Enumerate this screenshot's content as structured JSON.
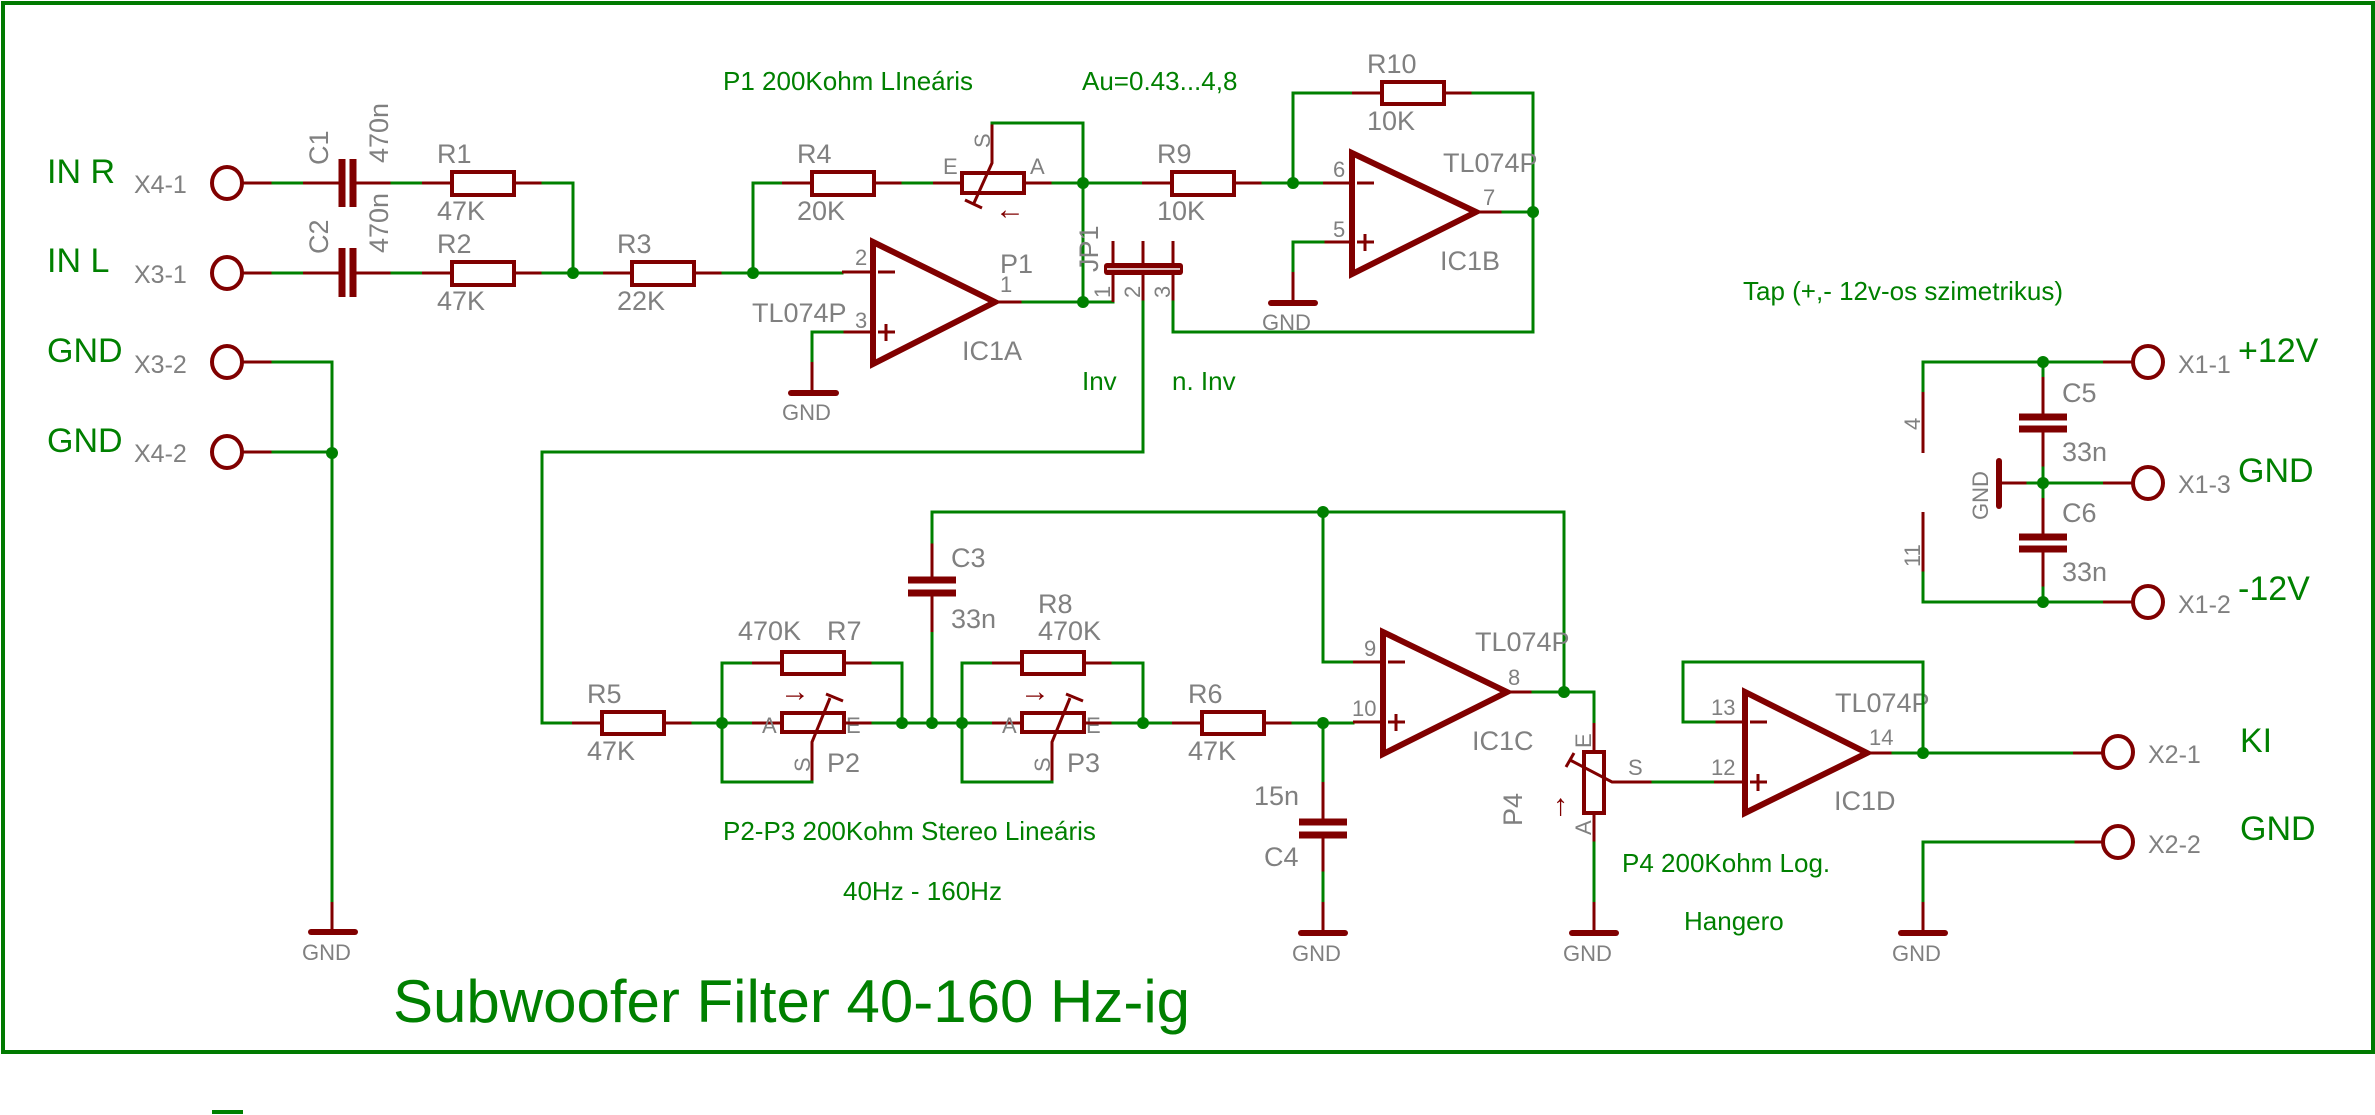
{
  "title": "Subwoofer Filter 40-160 Hz-ig",
  "colors": {
    "wire": "#008000",
    "component": "#800000",
    "label": "#808080",
    "frame": "#007a00"
  },
  "notes": {
    "p1": "P1 200Kohm LIneáris",
    "gain": "Au=0.43...4,8",
    "inv": "Inv",
    "ninv": "n. Inv",
    "p2p3": "P2-P3 200Kohm Stereo Lineáris",
    "freq": "40Hz - 160Hz",
    "p4": "P4 200Kohm Log.",
    "volume": "Hangero",
    "supply": "Tap (+,- 12v-os szimetrikus)"
  },
  "connectors": {
    "x4_1": {
      "name": "X4-1",
      "signal": "IN R"
    },
    "x3_1": {
      "name": "X3-1",
      "signal": "IN L"
    },
    "x3_2": {
      "name": "X3-2",
      "signal": "GND"
    },
    "x4_2": {
      "name": "X4-2",
      "signal": "GND"
    },
    "x1_1": {
      "name": "X1-1",
      "signal": "+12V"
    },
    "x1_3": {
      "name": "X1-3",
      "signal": "GND"
    },
    "x1_2": {
      "name": "X1-2",
      "signal": "-12V"
    },
    "x2_1": {
      "name": "X2-1",
      "signal": "KI"
    },
    "x2_2": {
      "name": "X2-2",
      "signal": "GND"
    }
  },
  "components": {
    "c1": {
      "name": "C1",
      "value": "470n"
    },
    "c2": {
      "name": "C2",
      "value": "470n"
    },
    "c3": {
      "name": "C3",
      "value": "33n"
    },
    "c4": {
      "name": "C4",
      "value": "15n"
    },
    "c5": {
      "name": "C5",
      "value": "33n"
    },
    "c6": {
      "name": "C6",
      "value": "33n"
    },
    "r1": {
      "name": "R1",
      "value": "47K"
    },
    "r2": {
      "name": "R2",
      "value": "47K"
    },
    "r3": {
      "name": "R3",
      "value": "22K"
    },
    "r4": {
      "name": "R4",
      "value": "20K"
    },
    "r5": {
      "name": "R5",
      "value": "47K"
    },
    "r6": {
      "name": "R6",
      "value": "47K"
    },
    "r7": {
      "name": "R7",
      "value": "470K"
    },
    "r8": {
      "name": "R8",
      "value": "470K"
    },
    "r9": {
      "name": "R9",
      "value": "10K"
    },
    "r10": {
      "name": "R10",
      "value": "10K"
    },
    "p1": {
      "name": "P1"
    },
    "p2": {
      "name": "P2"
    },
    "p3": {
      "name": "P3"
    },
    "p4": {
      "name": "P4"
    },
    "jp1": {
      "name": "JP1",
      "pins": [
        "1",
        "2",
        "3"
      ]
    },
    "ic1a": {
      "name": "IC1A",
      "part": "TL074P",
      "pins": [
        "2",
        "3",
        "1"
      ]
    },
    "ic1b": {
      "name": "IC1B",
      "part": "TL074P",
      "pins": [
        "6",
        "5",
        "7"
      ]
    },
    "ic1c": {
      "name": "IC1C",
      "part": "TL074P",
      "pins": [
        "9",
        "10",
        "8"
      ]
    },
    "ic1d": {
      "name": "IC1D",
      "part": "TL074P",
      "pins": [
        "13",
        "12",
        "14"
      ]
    },
    "power_pins": [
      "4",
      "11"
    ]
  },
  "pot_pins": {
    "a": "A",
    "e": "E",
    "s": "S"
  },
  "arrows": {
    "left": "←",
    "right": "→",
    "up": "↑"
  },
  "gnd": "GND",
  "opamp_signs": {
    "minus": "−",
    "plus": "+"
  }
}
